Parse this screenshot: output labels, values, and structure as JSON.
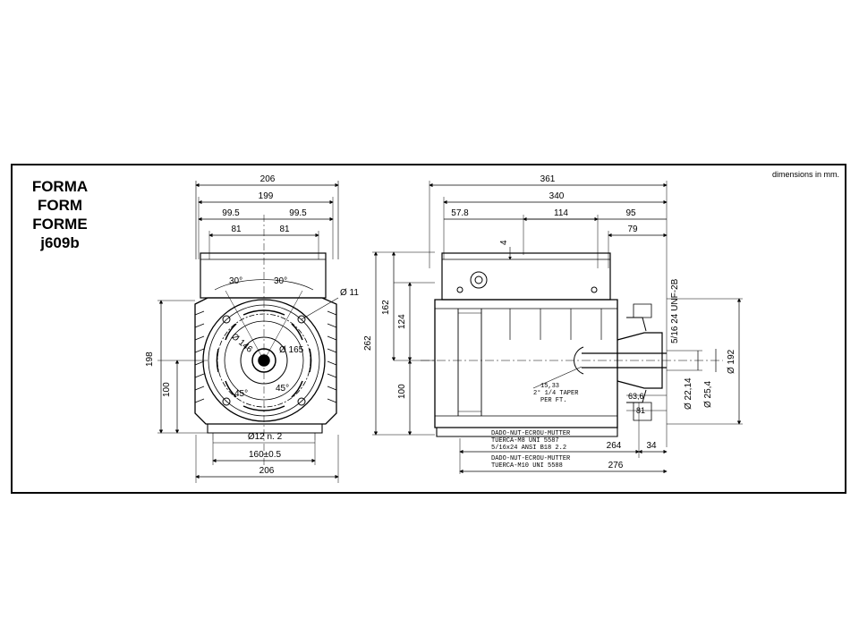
{
  "title_lines": [
    "FORMA",
    "FORM",
    "FORME",
    "j609b"
  ],
  "units_note": "dimensions in mm.",
  "front_view": {
    "top_dims": [
      "206",
      "199",
      "99.5",
      "99.5",
      "81",
      "81"
    ],
    "angle_labels": [
      "30°",
      "30°",
      "45°",
      "45°"
    ],
    "labels": [
      "Ø 11",
      "Ø 146",
      "Ø 165"
    ],
    "left_dims": [
      "198",
      "100"
    ],
    "bottom_dims": [
      "Ø12  n. 2",
      "160±0.5",
      "206"
    ]
  },
  "side_view": {
    "top_dims": [
      "361",
      "340",
      "57.8",
      "114",
      "95",
      "79",
      "4"
    ],
    "left_dims": [
      "262",
      "162",
      "124",
      "100"
    ],
    "right_dims": [
      "5/16  24  UNF-2B",
      "Ø 22,14",
      "Ø 25,4",
      "Ø 192"
    ],
    "inner_labels": [
      "15,33",
      "2° 1/4 TAPER",
      "PER FT.",
      "63,6",
      "81"
    ],
    "bottom_notes": [
      "DADO-NUT-ECROU-MUTTER",
      "TUERCA-M8 UNI 5587",
      "5/16x24 ANSI B18 2.2",
      "DADO-NUT-ECROU-MUTTER",
      "TUERCA-M10 UNI 5588"
    ],
    "bottom_dims": [
      "264",
      "34",
      "276"
    ]
  }
}
